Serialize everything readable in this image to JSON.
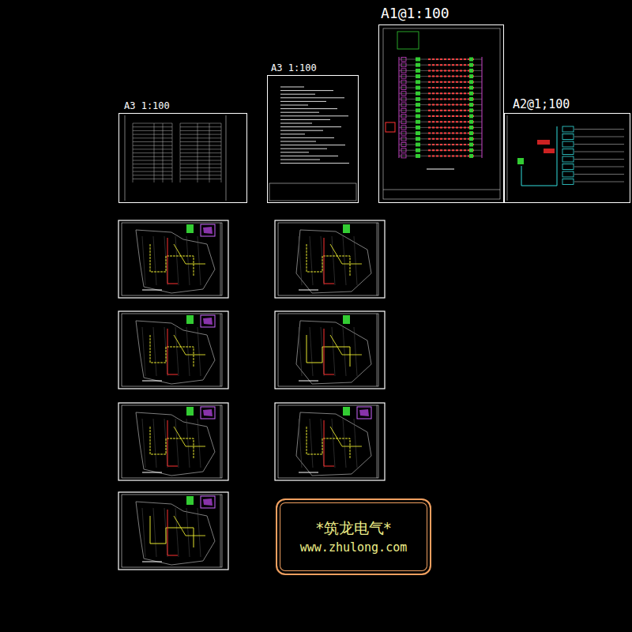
{
  "diagram": {
    "nodes": [
      {
        "text": [
          "A3  1:100"
        ]
      },
      {
        "text": [
          "A3  1:100"
        ]
      },
      {
        "text": [
          "A1@1:100"
        ]
      },
      {
        "text": [
          "A2@1;100"
        ]
      },
      {
        "text": [
          "*筑龙电气*",
          "www.zhulong.com"
        ]
      }
    ]
  }
}
